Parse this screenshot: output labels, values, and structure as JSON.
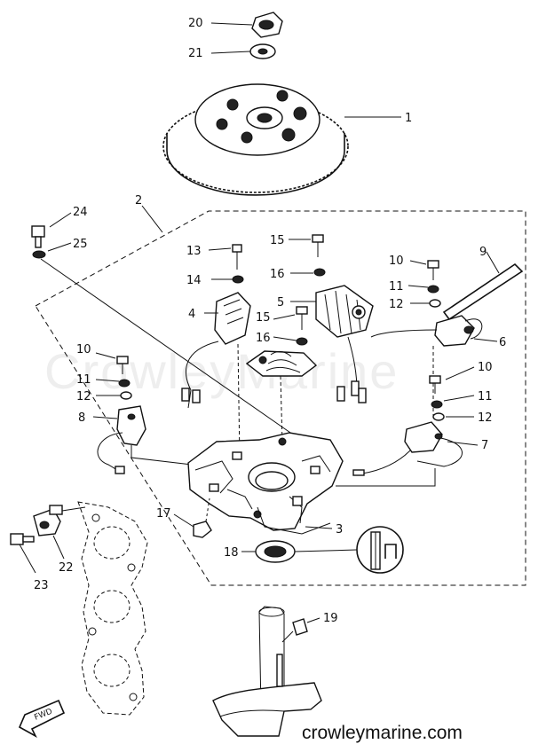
{
  "watermark": "CrowleyMarine",
  "site": "crowleymarine.com",
  "fwd_label": "FWD",
  "labels": {
    "p1": "1",
    "p2": "2",
    "p3": "3",
    "p4": "4",
    "p5": "5",
    "p6": "6",
    "p7": "7",
    "p8": "8",
    "p9": "9",
    "p10a": "10",
    "p10b": "10",
    "p10c": "10",
    "p11a": "11",
    "p11b": "11",
    "p11c": "11",
    "p12a": "12",
    "p12b": "12",
    "p12c": "12",
    "p13": "13",
    "p14": "14",
    "p15a": "15",
    "p15b": "15",
    "p16a": "16",
    "p16b": "16",
    "p17": "17",
    "p18": "18",
    "p19": "19",
    "p20": "20",
    "p21": "21",
    "p22": "22",
    "p23": "23",
    "p24": "24",
    "p25": "25"
  }
}
